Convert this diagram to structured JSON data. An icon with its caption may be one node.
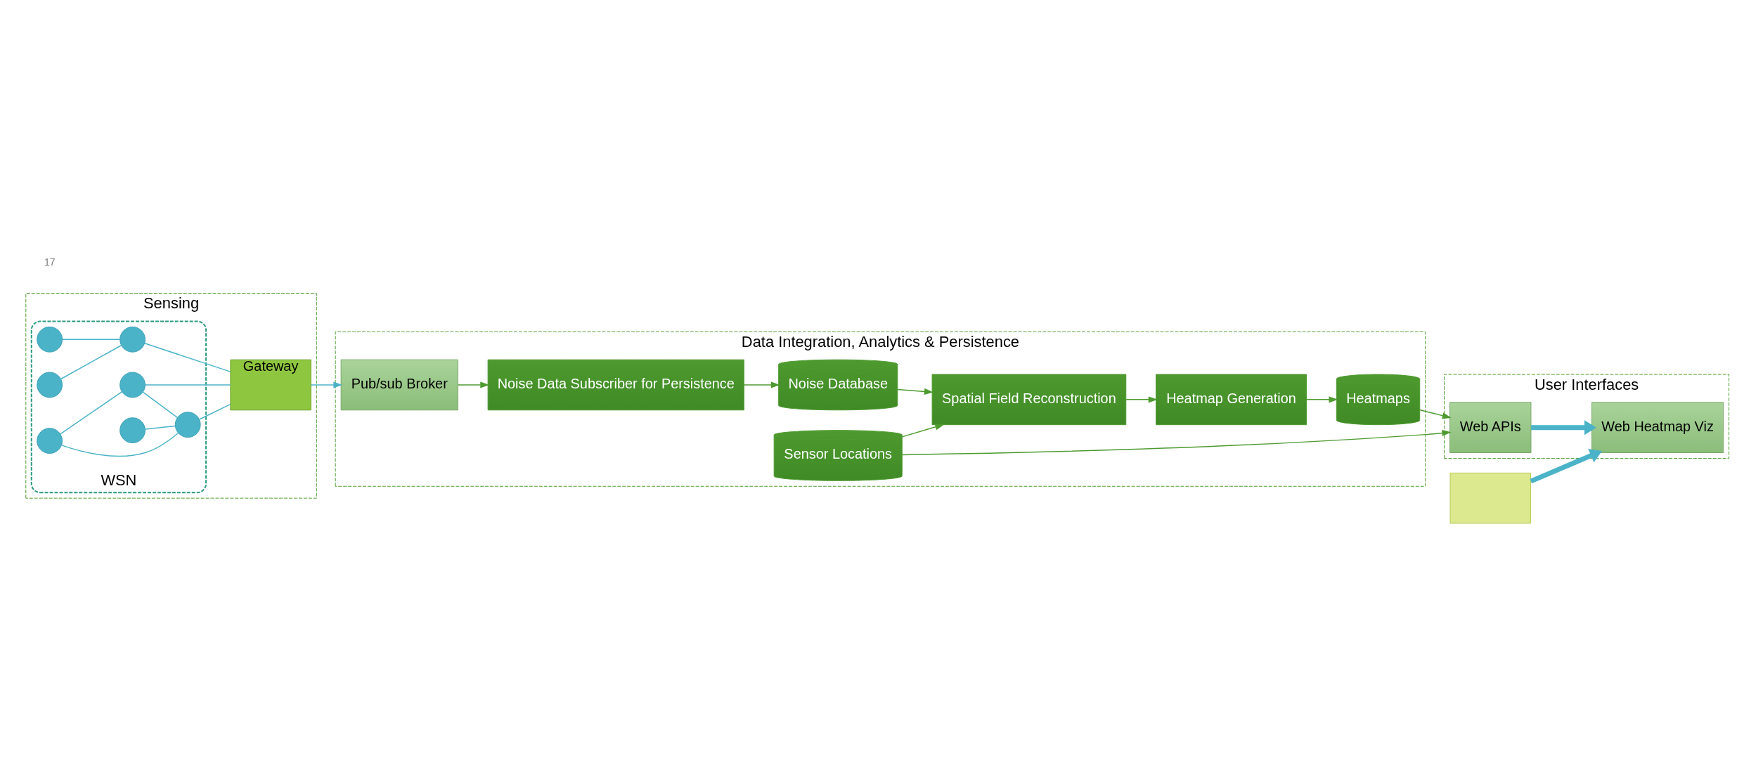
{
  "diagram": {
    "nodes": [
      {
        "text": [
          "Sensing"
        ]
      },
      {
        "text": [
          "Data Integration, Analytics & Persistence"
        ]
      },
      {
        "text": [
          "User Interfaces"
        ]
      },
      {
        "text": [
          "WSN"
        ],
        "in": 0
      },
      {
        "text": [],
        "shape": "circle",
        "in": 3
      },
      {
        "text": [],
        "shape": "circle",
        "in": 3
      },
      {
        "text": [],
        "shape": "circle",
        "in": 3
      },
      {
        "text": [],
        "shape": "circle",
        "in": 3
      },
      {
        "text": [],
        "shape": "circle",
        "in": 3
      },
      {
        "text": [],
        "shape": "circle",
        "in": 3
      },
      {
        "text": [],
        "shape": "circle",
        "in": 3
      },
      {
        "text": [
          "Gateway"
        ],
        "in": 0
      },
      {
        "text": [
          "Pub/sub Broker"
        ],
        "in": 1
      },
      {
        "text": [
          "Noise Data Subscriber for Persistence"
        ],
        "in": 1
      },
      {
        "text": [
          "Noise Database"
        ],
        "in": 1
      },
      {
        "text": [
          "Sensor Locations"
        ],
        "in": 1
      },
      {
        "text": [
          "Spatial Field Reconstruction"
        ],
        "in": 1
      },
      {
        "text": [
          "Heatmap Generation"
        ],
        "in": 1
      },
      {
        "text": [
          "Heatmaps"
        ],
        "in": 1
      },
      {
        "text": [
          "Web APIs"
        ],
        "in": 2
      },
      {
        "text": [
          "Web Heatmap Viz"
        ],
        "in": 2
      },
      {
        "text": [],
        "shape": "box"
      }
    ],
    "edges": [
      {
        "from": 4,
        "to": 5,
        "arrow": "none"
      },
      {
        "from": 4,
        "to": 7,
        "arrow": "none"
      },
      {
        "from": 5,
        "to": 7,
        "arrow": "none"
      },
      {
        "from": 5,
        "to": 11,
        "arrow": "none"
      },
      {
        "from": 6,
        "to": 7,
        "arrow": "none"
      },
      {
        "from": 7,
        "to": 11,
        "arrow": "none"
      },
      {
        "from": 8,
        "to": 9,
        "arrow": "none"
      },
      {
        "from": 10,
        "to": 9,
        "arrow": "none"
      },
      {
        "from": 9,
        "to": 11,
        "arrow": "none"
      },
      {
        "from": 11,
        "to": 12,
        "arrow": "to"
      },
      {
        "from": 12,
        "to": 13,
        "arrow": "to",
        "color": "#4e9a2f"
      },
      {
        "from": 13,
        "to": 14,
        "arrow": "to",
        "color": "#4e9a2f"
      },
      {
        "from": 14,
        "to": 16,
        "arrow": "to",
        "color": "#4e9a2f"
      },
      {
        "from": 15,
        "to": 16,
        "arrow": "to",
        "color": "#4e9a2f"
      },
      {
        "from": 16,
        "to": 17,
        "arrow": "to",
        "color": "#4e9a2f"
      },
      {
        "from": 17,
        "to": 18,
        "arrow": "to",
        "color": "#4e9a2f"
      },
      {
        "from": 18,
        "to": 19,
        "arrow": "to",
        "color": "#4e9a2f"
      },
      {
        "from": 15,
        "to": 19,
        "arrow": "to",
        "color": "#4e9a2f"
      },
      {
        "from": 19,
        "to": 20,
        "arrow": "to",
        "style": "thick"
      },
      {
        "from": 21,
        "to": 20,
        "arrow": "to",
        "style": "thick"
      }
    ],
    "labels": [
      "17"
    ]
  }
}
